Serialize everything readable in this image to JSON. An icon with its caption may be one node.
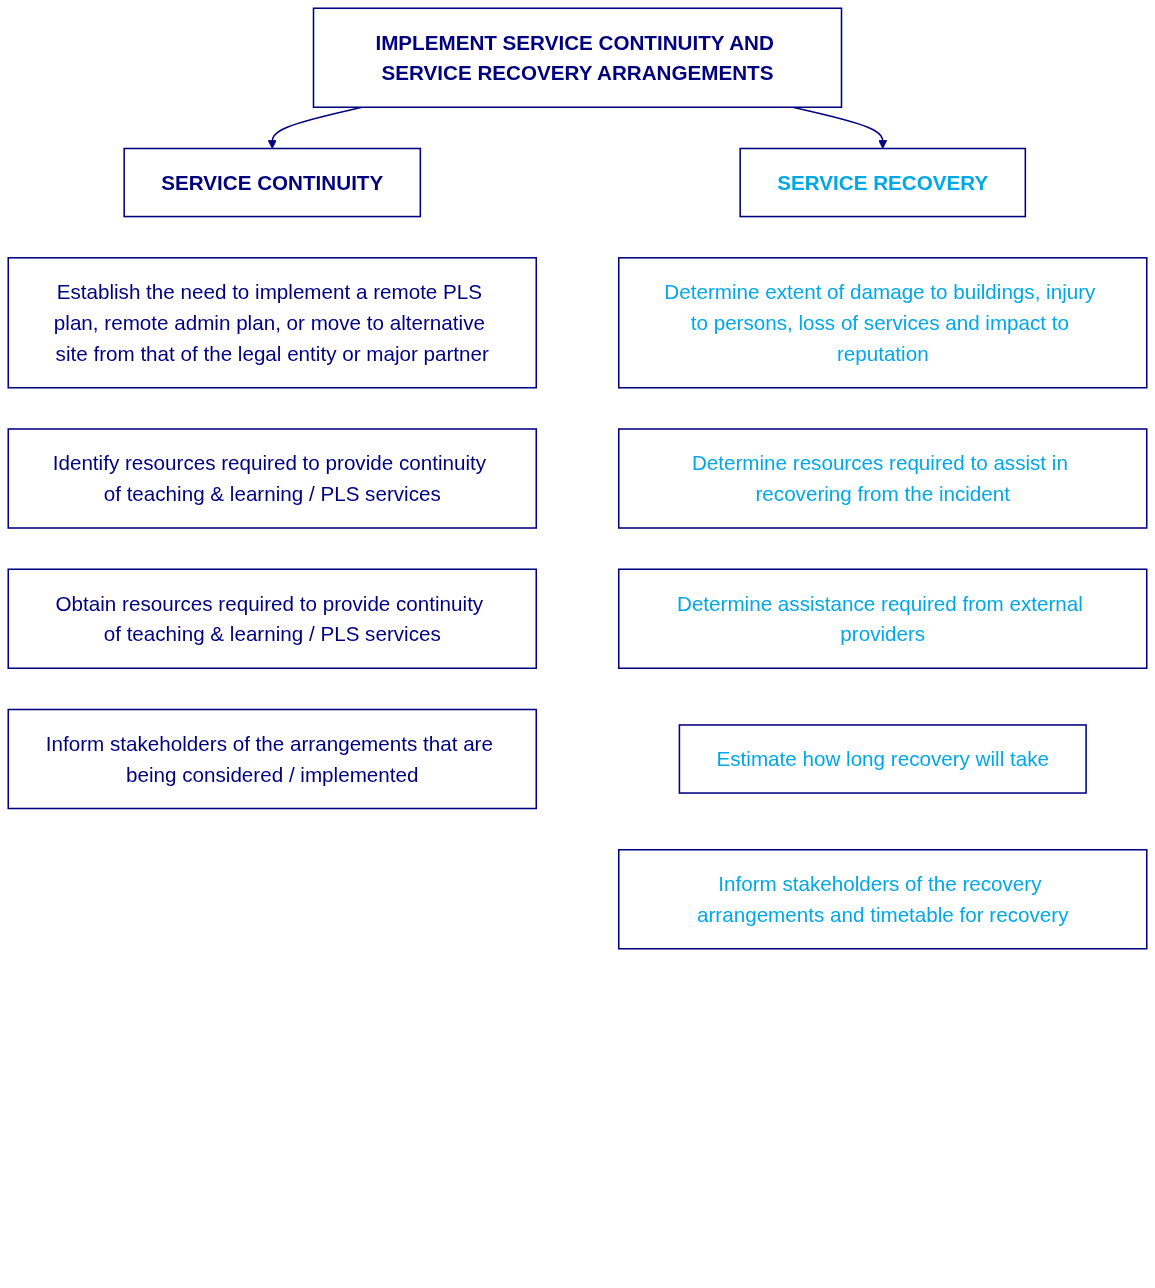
{
  "diagram": {
    "nodes": [
      {
        "text": [
          "IMPLEMENT SERVICE CONTINUITY AND SERVICE RECOVERY ARRANGEMENTS"
        ]
      },
      {
        "text": [
          "SERVICE CONTINUITY"
        ]
      },
      {
        "text": [
          "SERVICE RECOVERY"
        ]
      },
      {
        "text": [
          "Establish the need to implement a remote PLS plan, remote admin plan, or move to alternative site from that of the legal entity or major partner"
        ]
      },
      {
        "text": [
          "Identify resources required to provide continuity of teaching & learning / PLS services"
        ]
      },
      {
        "text": [
          "Obtain resources required to provide continuity of teaching & learning / PLS services"
        ]
      },
      {
        "text": [
          "Inform stakeholders of the arrangements that are being considered / implemented"
        ]
      },
      {
        "text": [
          "Determine extent of damage to buildings, injury to persons, loss of services and impact to reputation"
        ]
      },
      {
        "text": [
          "Determine resources required to assist in recovering from the incident"
        ]
      },
      {
        "text": [
          "Determine assistance required from external providers"
        ]
      },
      {
        "text": [
          "Estimate how long recovery will take"
        ]
      },
      {
        "text": [
          "Inform stakeholders of the recovery arrangements and timetable for recovery"
        ]
      }
    ],
    "edges": [
      {
        "from": 0,
        "to": 1,
        "arrow": "to"
      },
      {
        "from": 0,
        "to": 2,
        "arrow": "to"
      }
    ]
  }
}
